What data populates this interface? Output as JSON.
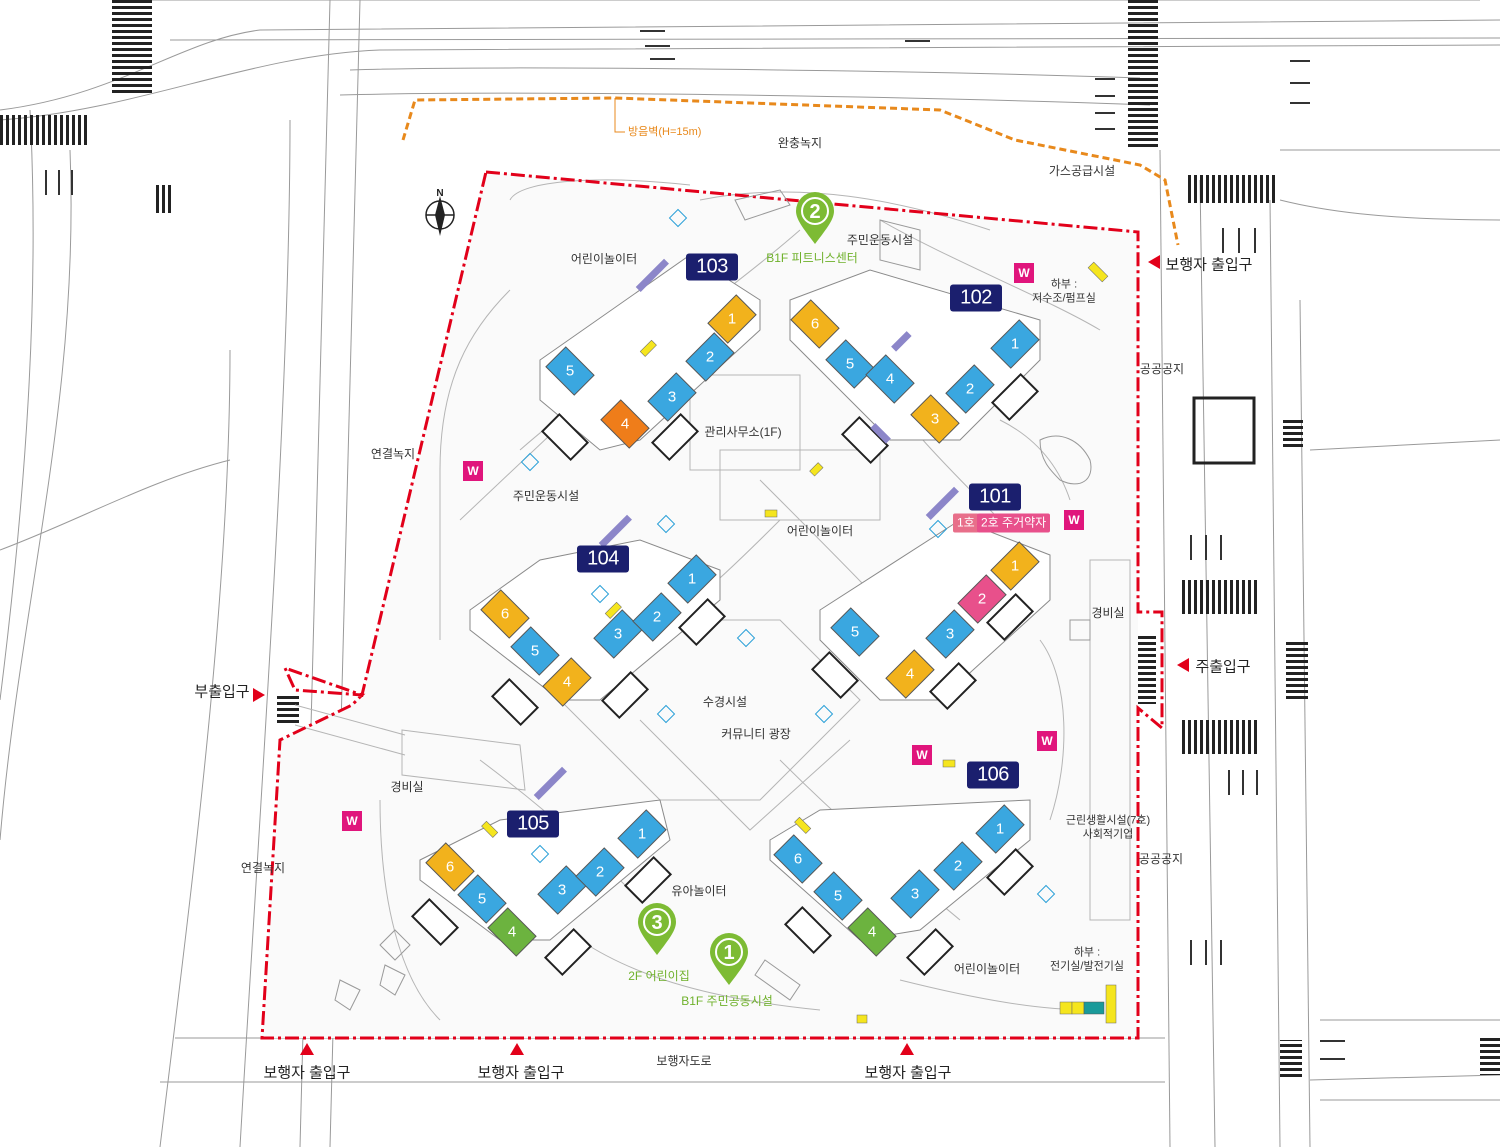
{
  "buildings": [
    {
      "id": "b103",
      "label": "103",
      "units": [
        "1",
        "2",
        "3",
        "4",
        "5"
      ]
    },
    {
      "id": "b102",
      "label": "102",
      "units": [
        "1",
        "2",
        "3",
        "4",
        "5",
        "6"
      ]
    },
    {
      "id": "b101",
      "label": "101",
      "units": [
        "1",
        "2",
        "3",
        "4",
        "5"
      ]
    },
    {
      "id": "b104",
      "label": "104",
      "units": [
        "1",
        "2",
        "3",
        "4",
        "5",
        "6"
      ]
    },
    {
      "id": "b105",
      "label": "105",
      "units": [
        "1",
        "2",
        "3",
        "4",
        "5",
        "6"
      ]
    },
    {
      "id": "b106",
      "label": "106",
      "units": [
        "1",
        "2",
        "3",
        "4",
        "5",
        "6"
      ]
    }
  ],
  "b101_tags": {
    "unit1": "1호",
    "unit2": "2호 주거약자"
  },
  "facilities": [
    {
      "id": "f1",
      "number": "1",
      "label": "B1F 주민공동시설"
    },
    {
      "id": "f2",
      "number": "2",
      "label": "B1F 피트니스센터"
    },
    {
      "id": "f3",
      "number": "3",
      "label": "2F 어린이집"
    }
  ],
  "labels": {
    "sound_wall": "방음벽(H=15m)",
    "buffer_green": "완충녹지",
    "gas_supply": "가스공급시설",
    "playground_nw": "어린이놀이터",
    "fitness_area": "주민운동시설",
    "reservoir": "하부 :\n저수조/펌프실",
    "public_space_e1": "공공공지",
    "management_office": "관리사무소(1F)",
    "link_green_1": "연결녹지",
    "fitness_area_w": "주민운동시설",
    "playground_center": "어린이놀이터",
    "guard_e": "경비실",
    "water_feature": "수경시설",
    "community_plaza": "커뮤니티 광장",
    "guard_w": "경비실",
    "link_green_2": "연결녹지",
    "retail": "근린생활시설(7호)\n사회적기업",
    "public_space_e2": "공공공지",
    "toddler_play": "유아놀이터",
    "electric_room": "하부 :\n전기실/발전기실",
    "playground_se": "어린이놀이터",
    "pedestrian_road": "보행자도로",
    "north": "N",
    "w_badge": "W"
  },
  "entrances": {
    "ped_ne": "보행자 출입구",
    "main": "주출입구",
    "sub": "부출입구",
    "ped_s1": "보행자 출입구",
    "ped_s2": "보행자 출입구",
    "ped_s3": "보행자 출입구"
  },
  "colors": {
    "boundary": "#e2001a",
    "sound_wall": "#e8891c",
    "building_label_bg": "#1b1f6e",
    "unit_blue": "#3aa7e0",
    "unit_yellow": "#f2b21c",
    "unit_orange": "#ef7d1a",
    "unit_green": "#6cb33f",
    "unit_pink": "#e8508b",
    "w_badge": "#e0157c",
    "facility_pin": "#7dbb34"
  }
}
